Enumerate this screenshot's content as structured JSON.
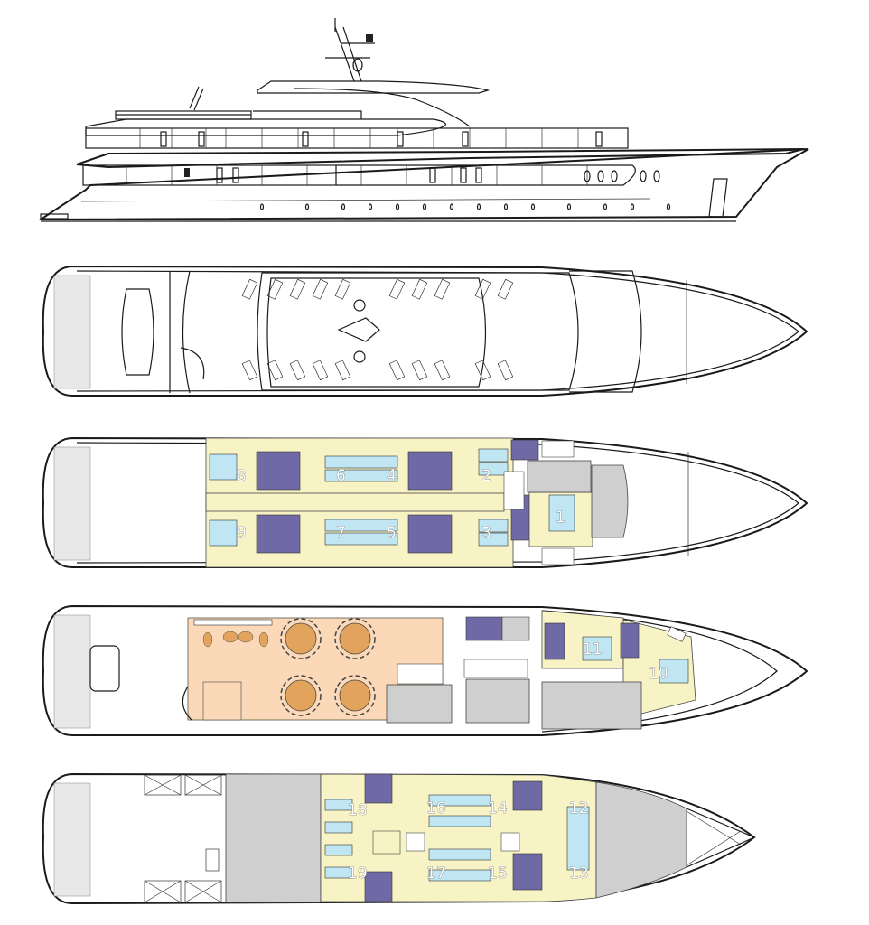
{
  "colors": {
    "cabin": "#f7f3c4",
    "bed": "#bfe6f2",
    "bathroom": "#6f6aa6",
    "bathroom_floor": "#8e88c4",
    "service": "#cfcfcf",
    "lounge": "#fbd9b8",
    "table": "#e2a45c",
    "outline": "#1a1a1a"
  },
  "views": [
    {
      "id": "profile",
      "label": ""
    },
    {
      "id": "sun-deck",
      "label": ""
    },
    {
      "id": "upper-deck",
      "label": ""
    },
    {
      "id": "main-deck",
      "label": ""
    },
    {
      "id": "lower-deck",
      "label": ""
    }
  ],
  "upper_deck": {
    "cabins": [
      {
        "number": "1"
      },
      {
        "number": "2"
      },
      {
        "number": "3"
      },
      {
        "number": "4"
      },
      {
        "number": "5"
      },
      {
        "number": "6"
      },
      {
        "number": "7"
      },
      {
        "number": "8"
      },
      {
        "number": "9"
      }
    ]
  },
  "main_deck": {
    "cabins": [
      {
        "number": "10"
      },
      {
        "number": "11"
      }
    ],
    "dining_tables": 4
  },
  "lower_deck": {
    "cabins": [
      {
        "number": "12"
      },
      {
        "number": "13"
      },
      {
        "number": "14"
      },
      {
        "number": "15"
      },
      {
        "number": "16"
      },
      {
        "number": "17"
      },
      {
        "number": "18"
      },
      {
        "number": "19"
      }
    ]
  }
}
